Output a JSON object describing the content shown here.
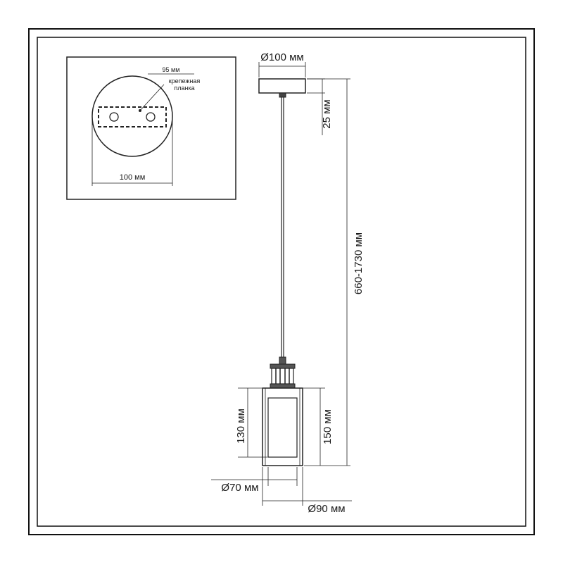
{
  "detail": {
    "spacing_label": "95 мм",
    "bracket_label_line1": "крепежная",
    "bracket_label_line2": "планка",
    "width_label": "100 мм"
  },
  "dimensions": {
    "canopy_diameter": "Ø100 мм",
    "canopy_height": "25 мм",
    "total_height": "660-1730 мм",
    "inner_height": "130 мм",
    "shade_height": "150 мм",
    "inner_diameter": "Ø70 мм",
    "shade_diameter": "Ø90 мм"
  }
}
